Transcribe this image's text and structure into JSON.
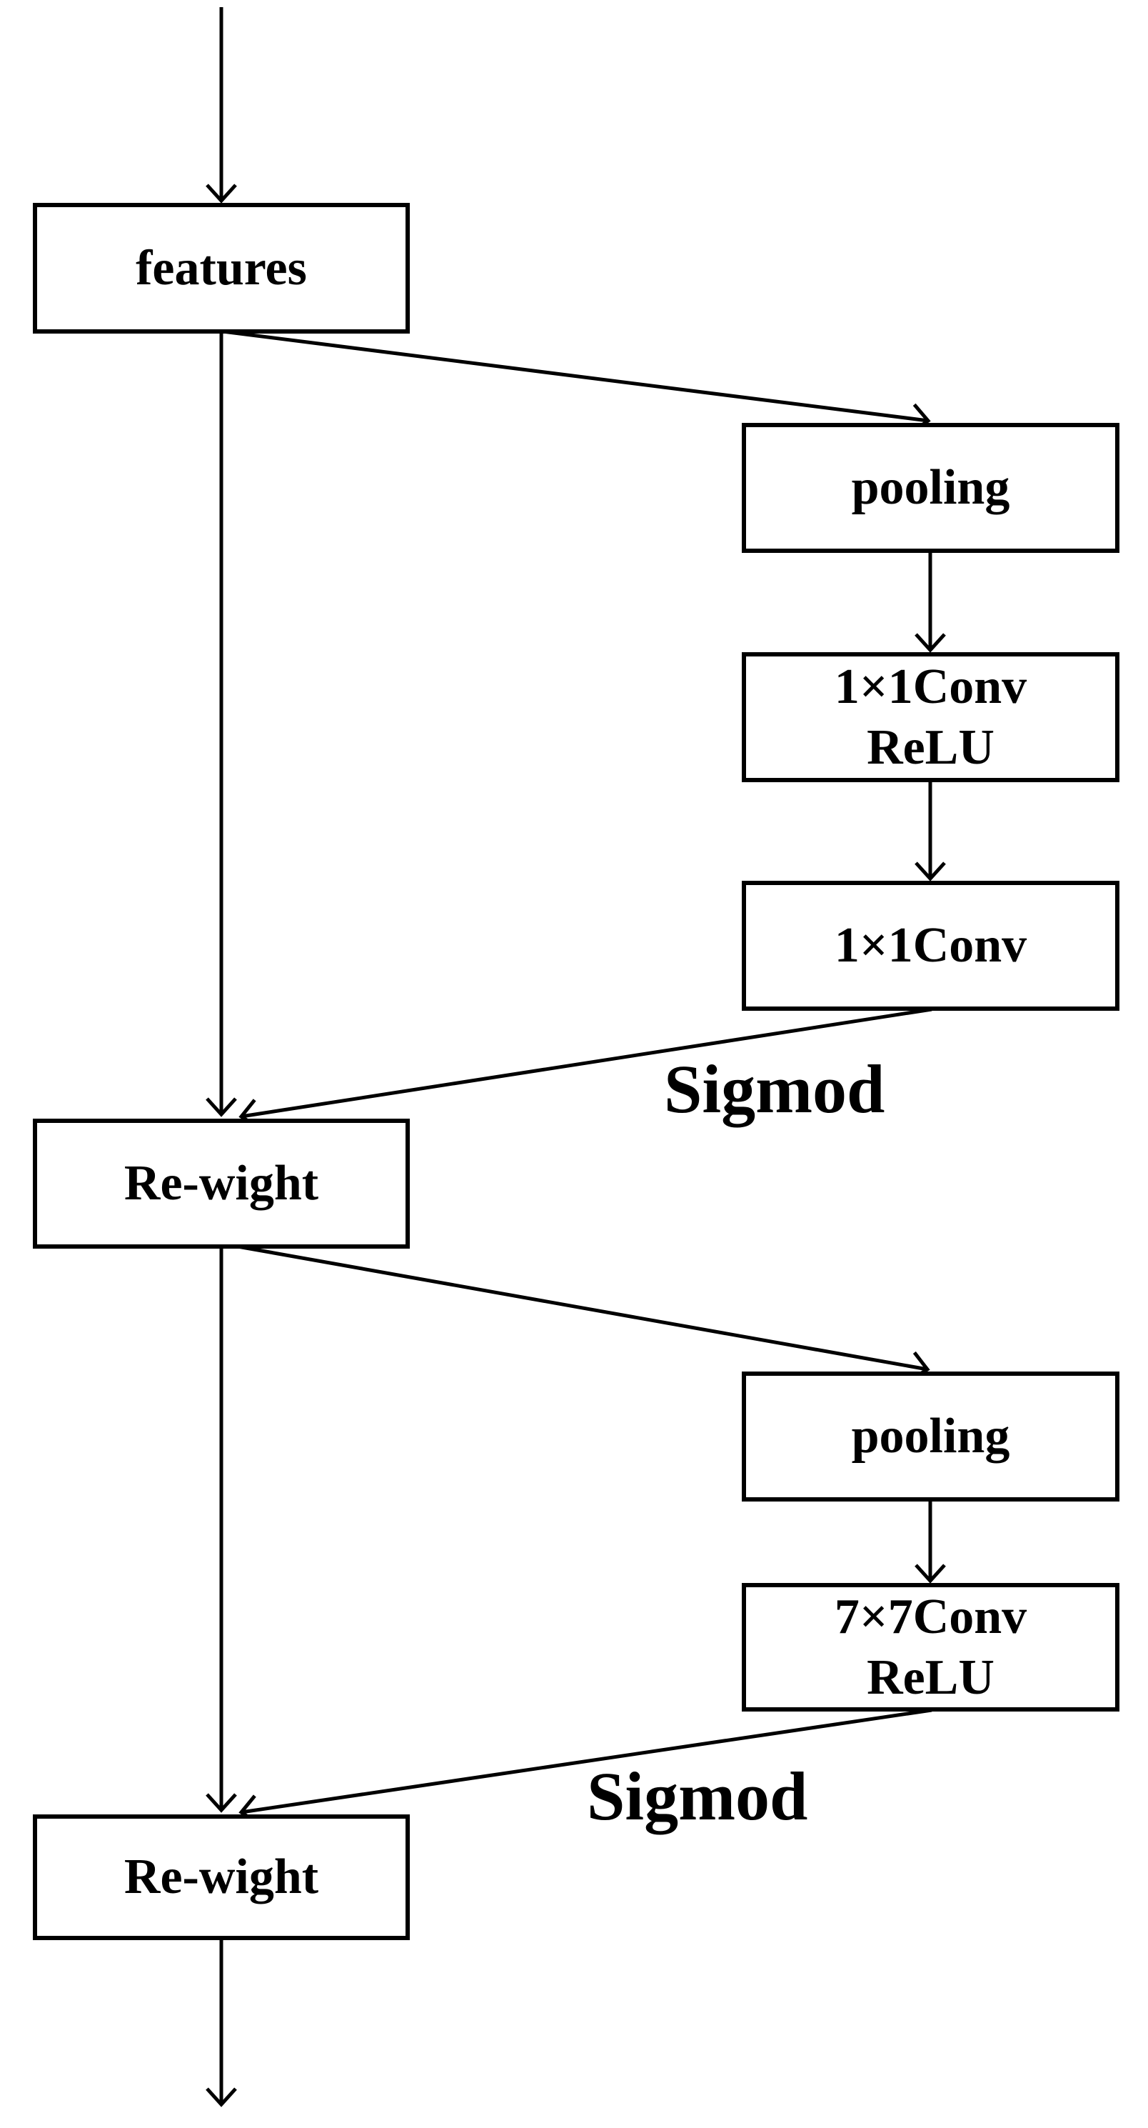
{
  "page": {
    "background": "#ffffff",
    "line_color": "#000000"
  },
  "diagram": {
    "nodes": [
      {
        "id": "features",
        "label": "features"
      },
      {
        "id": "pooling-1",
        "label": "pooling"
      },
      {
        "id": "conv-1x1-relu",
        "line1": "1×1Conv",
        "line2": "ReLU"
      },
      {
        "id": "conv-1x1",
        "label": "1×1Conv"
      },
      {
        "id": "re-wight-1",
        "label": "Re-wight"
      },
      {
        "id": "pooling-2",
        "label": "pooling"
      },
      {
        "id": "conv-7x7-relu",
        "line1": "7×7Conv",
        "line2": "ReLU"
      },
      {
        "id": "re-wight-2",
        "label": "Re-wight"
      }
    ],
    "edge_labels": [
      {
        "id": "sigmod-1",
        "text": "Sigmod"
      },
      {
        "id": "sigmod-2",
        "text": "Sigmod"
      }
    ]
  }
}
